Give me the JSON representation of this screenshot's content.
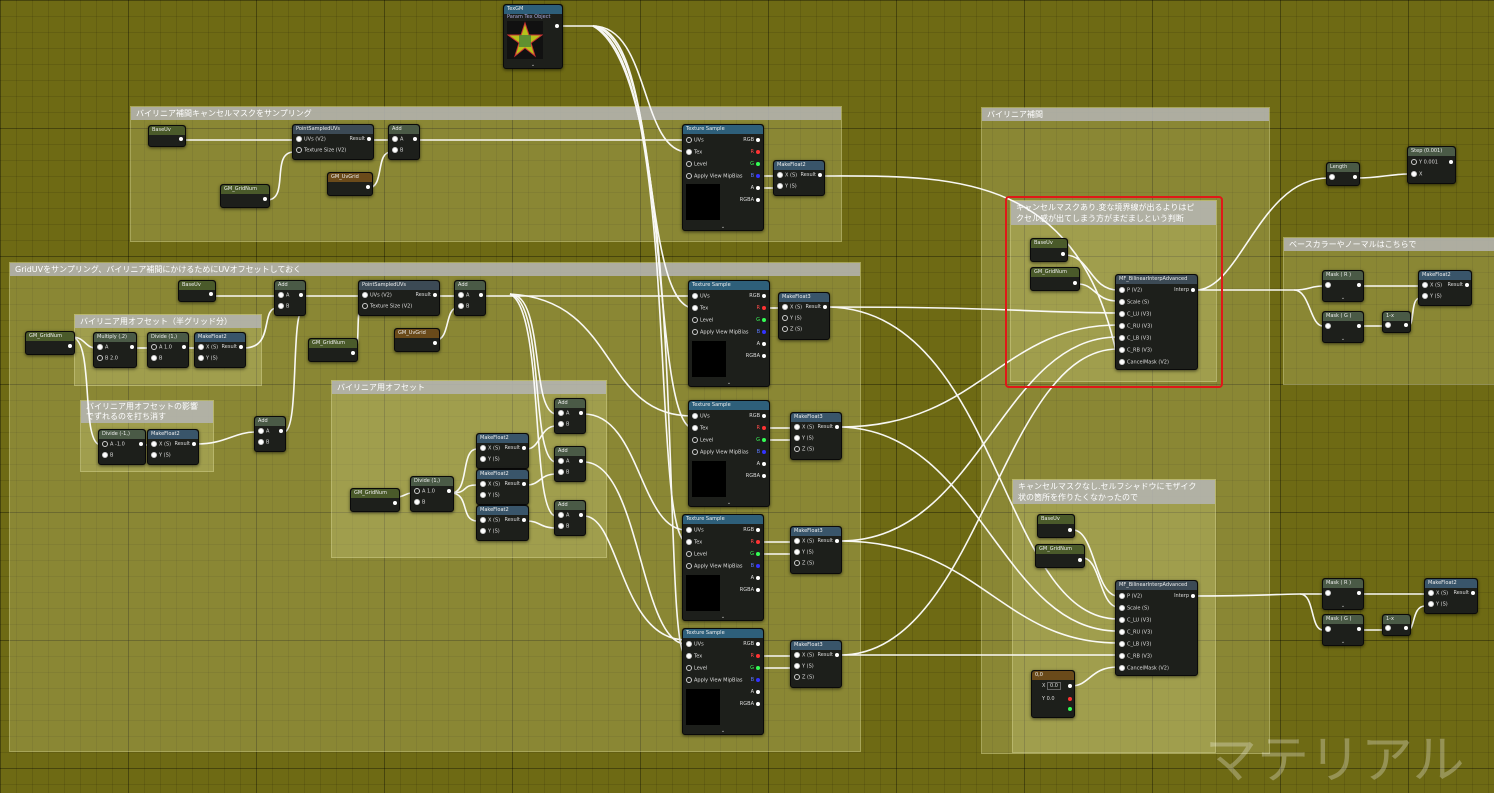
{
  "comments": {
    "c1": "バイリニア補間キャンセルマスクをサンプリング",
    "c2": "GridUVをサンプリング、バイリニア補間にかけるためにUVオフセットしておく",
    "c3": "バイリニア用オフセット（半グリッド分）",
    "c4": "バイリニア用オフセットの影響\nでずれるのを打ち消す",
    "c5": "バイリニア用オフセット",
    "c6": "バイリニア補間",
    "c7": "キャンセルマスクあり.変な境界線が出るよりはピ\nクセル感が出てしまう方がまだましという判断",
    "c8": "キャンセルマスクなし.セルフシャドウにモザイク\n状の箇所を作りたくなかったので",
    "c9": "ベースカラーやノーマルはこちらで"
  },
  "nodes": {
    "texobj": {
      "title": "TexGM",
      "sub": "Param Tex Object"
    },
    "baseuv": "BaseUv",
    "gm_gridnum": "GM_GridNum",
    "gm_uvgrid": "GM_UvGrid",
    "point_sampled_uvs": "PointSampledUVs",
    "uvs_v2": "UVs (V2)",
    "texture_size_v2": "Texture Size (V2)",
    "result": "Result",
    "add": "Add",
    "multiply": "Multiply (,2)",
    "divide_1": "Divide (1,)",
    "divide_neg1": "Divide (-1,)",
    "makefloat2": "MakeFloat2",
    "makefloat3": "MakeFloat3",
    "texture_sample": "Texture Sample",
    "uvs": "UVs",
    "tex": "Tex",
    "level": "Level",
    "apply_view_mipbias": "Apply View MipBias",
    "rgb": "RGB",
    "r": "R",
    "g": "G",
    "b": "B",
    "a": "A",
    "rgba": "RGBA",
    "x_s": "X (S)",
    "y_s": "Y (S)",
    "z_s": "Z (S)",
    "pin_a": "A",
    "pin_b": "B",
    "val_2": "2.0",
    "val_1": "1.0",
    "val_neg1": "-1.0",
    "bilinear_fn": "MF_BilinearInterpAdvanced",
    "p_v2": "P (V2)",
    "scale_s": "Scale (S)",
    "c_lu": "C_LU (V3)",
    "c_ru": "C_RU (V3)",
    "c_lb": "C_LB (V3)",
    "c_rb": "C_RB (V3)",
    "cancelmask": "CancelMask (V2)",
    "interp": "Interp",
    "length": "Length",
    "step": "Step (0.001)",
    "y_val": "Y",
    "step_y_value": "0.001",
    "x_label": "X",
    "mask_r": "Mask ( R )",
    "mask_g": "Mask ( G )",
    "one_minus": "1-x",
    "const_00": "0,0",
    "const_x": "X",
    "const_y": "Y",
    "const_xval": "0.0",
    "const_yval": "0.0"
  },
  "watermark": "マテリアル",
  "colors": {
    "highlight_box": "#e01818",
    "wire": "#ffffff",
    "background": "#6e6a14"
  }
}
